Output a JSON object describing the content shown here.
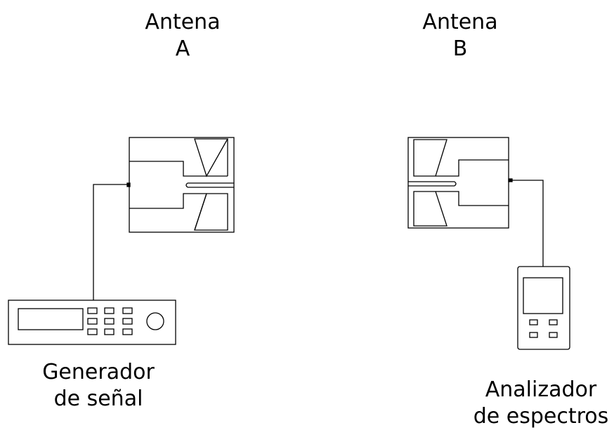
{
  "antenna_a": {
    "line1": "Antena",
    "line2": "A"
  },
  "antenna_b": {
    "line1": "Antena",
    "line2": "B"
  },
  "generator": {
    "line1": "Generador",
    "line2": "de señal"
  },
  "analyzer": {
    "line1": "Analizador",
    "line2": "de espectros"
  },
  "colors": {
    "stroke": "#000000",
    "background": "#ffffff"
  }
}
